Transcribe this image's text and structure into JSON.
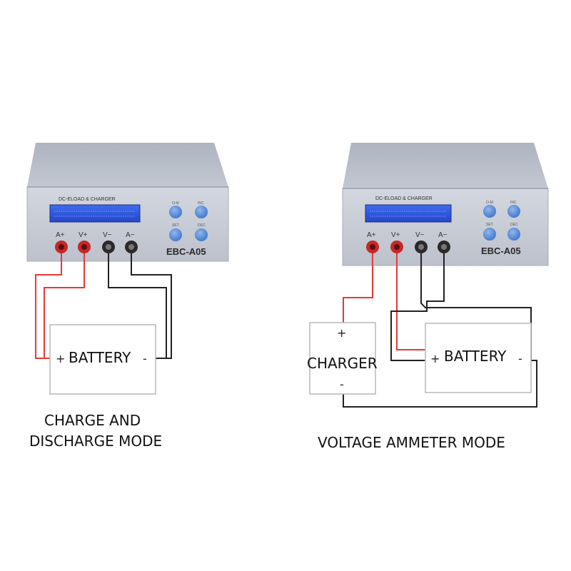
{
  "device": {
    "brand_label": "DC-ELOAD & CHARGER",
    "model": "EBC-A05",
    "terminals": [
      "A+",
      "V+",
      "V−",
      "A−"
    ],
    "buttons": [
      "O-M",
      "INC",
      "SET",
      "DEC"
    ]
  },
  "left_diagram": {
    "battery_label": "BATTERY",
    "battery_plus": "+",
    "battery_minus": "-",
    "caption_line1": "CHARGE AND",
    "caption_line2": "DISCHARGE MODE"
  },
  "right_diagram": {
    "charger_label": "CHARGER",
    "charger_plus": "+",
    "charger_minus": "-",
    "battery_label": "BATTERY",
    "battery_plus": "+",
    "battery_minus": "-",
    "caption": "VOLTAGE AMMETER MODE"
  },
  "colors": {
    "positive_wire": "#e53935",
    "negative_wire": "#222222",
    "device_body": "#c9cdd6",
    "lcd": "#2f5be0",
    "button": "#4f86d9"
  }
}
